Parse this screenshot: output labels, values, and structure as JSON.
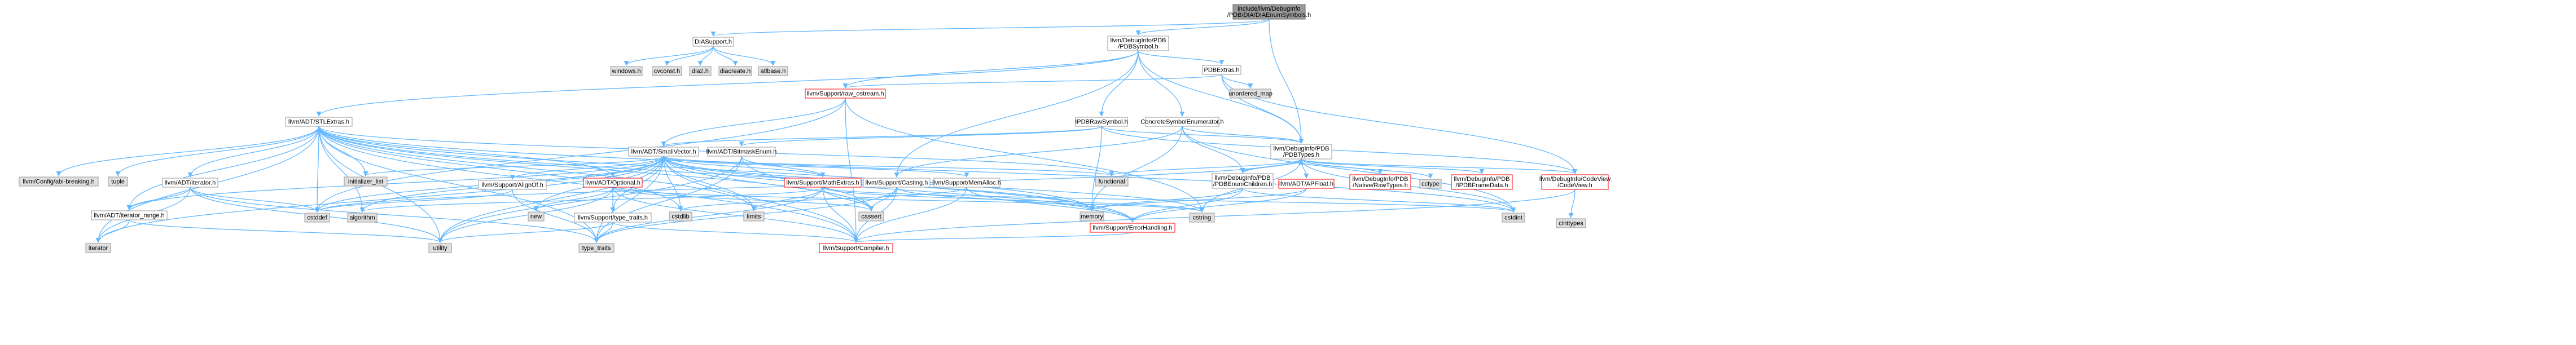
{
  "colors": {
    "edge": "#63b8ff",
    "node_fill": "#ffffff",
    "node_stroke": "#999999",
    "focus_fill": "#999999",
    "focus_stroke": "#666666",
    "external_fill": "#e0e0e0",
    "external_stroke": "#999999",
    "link_text": "#000000",
    "red_text": "#ff0000",
    "red_stroke": "#ff0000"
  },
  "nodes": [
    {
      "id": "root",
      "lines": [
        "include/llvm/DebugInfo",
        "/PDB/DIA/DIAEnumSymbols.h"
      ],
      "kind": "focus"
    },
    {
      "id": "diasupport",
      "lines": [
        "DIASupport.h"
      ],
      "kind": "normal"
    },
    {
      "id": "pdbsymbol",
      "lines": [
        "llvm/DebugInfo/PDB",
        "/PDBSymbol.h"
      ],
      "kind": "normal"
    },
    {
      "id": "windows_h",
      "lines": [
        "windows.h"
      ],
      "kind": "external"
    },
    {
      "id": "cvconst_h",
      "lines": [
        "cvconst.h"
      ],
      "kind": "external"
    },
    {
      "id": "dia2_h",
      "lines": [
        "dia2.h"
      ],
      "kind": "external"
    },
    {
      "id": "diacreate_h",
      "lines": [
        "diacreate.h"
      ],
      "kind": "external"
    },
    {
      "id": "atlbase_h",
      "lines": [
        "atlbase.h"
      ],
      "kind": "external"
    },
    {
      "id": "pdbextras",
      "lines": [
        "PDBExtras.h"
      ],
      "kind": "normal"
    },
    {
      "id": "unordered_map",
      "lines": [
        "unordered_map"
      ],
      "kind": "external"
    },
    {
      "id": "raw_ostream",
      "lines": [
        "llvm/Support/raw_ostream.h"
      ],
      "kind": "red"
    },
    {
      "id": "ipdbrawsymbol",
      "lines": [
        "IPDBRawSymbol.h"
      ],
      "kind": "normal"
    },
    {
      "id": "concretesymenum",
      "lines": [
        "ConcreteSymbolEnumerator.h"
      ],
      "kind": "normal"
    },
    {
      "id": "stlextras",
      "lines": [
        "llvm/ADT/STLExtras.h"
      ],
      "kind": "normal"
    },
    {
      "id": "smallvector",
      "lines": [
        "llvm/ADT/SmallVector.h"
      ],
      "kind": "normal"
    },
    {
      "id": "bitmaskenum",
      "lines": [
        "llvm/ADT/BitmaskEnum.h"
      ],
      "kind": "normal"
    },
    {
      "id": "pdbtypes",
      "lines": [
        "llvm/DebugInfo/PDB",
        "/PDBTypes.h"
      ],
      "kind": "normal"
    },
    {
      "id": "cfg_abi",
      "lines": [
        "llvm/Config/abi-breaking.h"
      ],
      "kind": "external"
    },
    {
      "id": "tuple",
      "lines": [
        "tuple"
      ],
      "kind": "external"
    },
    {
      "id": "adt_iterator",
      "lines": [
        "llvm/ADT/iterator.h"
      ],
      "kind": "normal"
    },
    {
      "id": "initializer_list",
      "lines": [
        "initializer_list"
      ],
      "kind": "external"
    },
    {
      "id": "alignof",
      "lines": [
        "llvm/Support/AlignOf.h"
      ],
      "kind": "normal"
    },
    {
      "id": "optional",
      "lines": [
        "llvm/ADT/Optional.h"
      ],
      "kind": "red"
    },
    {
      "id": "mathextras",
      "lines": [
        "llvm/Support/MathExtras.h"
      ],
      "kind": "red"
    },
    {
      "id": "casting",
      "lines": [
        "llvm/Support/Casting.h"
      ],
      "kind": "normal"
    },
    {
      "id": "memalloc",
      "lines": [
        "llvm/Support/MemAlloc.h"
      ],
      "kind": "normal"
    },
    {
      "id": "functional",
      "lines": [
        "functional"
      ],
      "kind": "external"
    },
    {
      "id": "pdbenumchildren",
      "lines": [
        "llvm/DebugInfo/PDB",
        "/PDBEnumChildren.h"
      ],
      "kind": "normal"
    },
    {
      "id": "apfloat",
      "lines": [
        "llvm/ADT/APFloat.h"
      ],
      "kind": "red"
    },
    {
      "id": "nativetypes",
      "lines": [
        "llvm/DebugInfo/PDB",
        "/Native/RawTypes.h"
      ],
      "kind": "red"
    },
    {
      "id": "cctype",
      "lines": [
        "cctype"
      ],
      "kind": "external"
    },
    {
      "id": "pdbframedata",
      "lines": [
        "llvm/DebugInfo/PDB",
        "/IPDBFrameData.h"
      ],
      "kind": "red"
    },
    {
      "id": "codeview",
      "lines": [
        "llvm/DebugInfo/CodeView",
        "/CodeView.h"
      ],
      "kind": "red"
    },
    {
      "id": "cinttypes",
      "lines": [
        "cinttypes"
      ],
      "kind": "external"
    },
    {
      "id": "iterator_range",
      "lines": [
        "llvm/ADT/iterator_range.h"
      ],
      "kind": "normal"
    },
    {
      "id": "cstddef",
      "lines": [
        "cstddef"
      ],
      "kind": "external"
    },
    {
      "id": "algorithm",
      "lines": [
        "algorithm"
      ],
      "kind": "external"
    },
    {
      "id": "new",
      "lines": [
        "new"
      ],
      "kind": "external"
    },
    {
      "id": "type_traits_h",
      "lines": [
        "llvm/Support/type_traits.h"
      ],
      "kind": "normal"
    },
    {
      "id": "cstdlib",
      "lines": [
        "cstdlib"
      ],
      "kind": "external"
    },
    {
      "id": "limits",
      "lines": [
        "limits"
      ],
      "kind": "external"
    },
    {
      "id": "cassert",
      "lines": [
        "cassert"
      ],
      "kind": "external"
    },
    {
      "id": "memory",
      "lines": [
        "memory"
      ],
      "kind": "external"
    },
    {
      "id": "errorhandling",
      "lines": [
        "llvm/Support/ErrorHandling.h"
      ],
      "kind": "red"
    },
    {
      "id": "cstring",
      "lines": [
        "cstring"
      ],
      "kind": "external"
    },
    {
      "id": "cstdint",
      "lines": [
        "cstdint"
      ],
      "kind": "external"
    },
    {
      "id": "iterator",
      "lines": [
        "iterator"
      ],
      "kind": "external"
    },
    {
      "id": "utility",
      "lines": [
        "utility"
      ],
      "kind": "external"
    },
    {
      "id": "type_traits",
      "lines": [
        "type_traits"
      ],
      "kind": "external"
    },
    {
      "id": "compiler",
      "lines": [
        "llvm/Support/Compiler.h"
      ],
      "kind": "red"
    }
  ],
  "edges": [
    [
      "root",
      "diasupport"
    ],
    [
      "root",
      "pdbsymbol"
    ],
    [
      "root",
      "pdbtypes"
    ],
    [
      "diasupport",
      "windows_h"
    ],
    [
      "diasupport",
      "cvconst_h"
    ],
    [
      "diasupport",
      "dia2_h"
    ],
    [
      "diasupport",
      "diacreate_h"
    ],
    [
      "diasupport",
      "atlbase_h"
    ],
    [
      "pdbsymbol",
      "pdbextras"
    ],
    [
      "pdbsymbol",
      "raw_ostream"
    ],
    [
      "pdbsymbol",
      "ipdbrawsymbol"
    ],
    [
      "pdbsymbol",
      "concretesymenum"
    ],
    [
      "pdbsymbol",
      "pdbtypes"
    ],
    [
      "pdbsymbol",
      "stlextras"
    ],
    [
      "pdbsymbol",
      "casting"
    ],
    [
      "pdbextras",
      "unordered_map"
    ],
    [
      "pdbextras",
      "pdbtypes"
    ],
    [
      "pdbextras",
      "raw_ostream"
    ],
    [
      "pdbextras",
      "codeview"
    ],
    [
      "raw_ostream",
      "stringref"
    ],
    [
      "raw_ostream",
      "compiler"
    ],
    [
      "raw_ostream",
      "cstddef"
    ],
    [
      "raw_ostream",
      "cstring"
    ],
    [
      "raw_ostream",
      "smallvector"
    ],
    [
      "ipdbrawsymbol",
      "pdbtypes"
    ],
    [
      "ipdbrawsymbol",
      "bitmaskenum"
    ],
    [
      "ipdbrawsymbol",
      "smallvector"
    ],
    [
      "ipdbrawsymbol",
      "memory"
    ],
    [
      "ipdbrawsymbol",
      "codeview"
    ],
    [
      "concretesymenum",
      "pdbenumchildren"
    ],
    [
      "concretesymenum",
      "pdbtypes"
    ],
    [
      "concretesymenum",
      "casting"
    ],
    [
      "concretesymenum",
      "cstdint"
    ],
    [
      "concretesymenum",
      "memory"
    ],
    [
      "stlextras",
      "cfg_abi"
    ],
    [
      "stlextras",
      "tuple"
    ],
    [
      "stlextras",
      "adt_iterator"
    ],
    [
      "stlextras",
      "iterator_range"
    ],
    [
      "stlextras",
      "initializer_list"
    ],
    [
      "stlextras",
      "cstddef"
    ],
    [
      "stlextras",
      "algorithm"
    ],
    [
      "stlextras",
      "functional"
    ],
    [
      "stlextras",
      "iterator"
    ],
    [
      "stlextras",
      "utility"
    ],
    [
      "stlextras",
      "type_traits"
    ],
    [
      "stlextras",
      "limits"
    ],
    [
      "stlextras",
      "cassert"
    ],
    [
      "stlextras",
      "memory"
    ],
    [
      "stlextras",
      "cstdint"
    ],
    [
      "stlextras",
      "cstdlib"
    ],
    [
      "stlextras",
      "optional"
    ],
    [
      "stlextras",
      "errorhandling"
    ],
    [
      "stlextras",
      "compiler"
    ],
    [
      "smallvector",
      "alignof"
    ],
    [
      "smallvector",
      "mathextras"
    ],
    [
      "smallvector",
      "memalloc"
    ],
    [
      "smallvector",
      "compiler"
    ],
    [
      "smallvector",
      "type_traits_h"
    ],
    [
      "smallvector",
      "algorithm"
    ],
    [
      "smallvector",
      "cassert"
    ],
    [
      "smallvector",
      "cstddef"
    ],
    [
      "smallvector",
      "cstdlib"
    ],
    [
      "smallvector",
      "cstring"
    ],
    [
      "smallvector",
      "functional"
    ],
    [
      "smallvector",
      "initializer_list"
    ],
    [
      "smallvector",
      "iterator"
    ],
    [
      "smallvector",
      "limits"
    ],
    [
      "smallvector",
      "memory"
    ],
    [
      "smallvector",
      "new"
    ],
    [
      "smallvector",
      "utility"
    ],
    [
      "smallvector",
      "type_traits"
    ],
    [
      "smallvector",
      "errorhandling"
    ],
    [
      "smallvector",
      "iterator_range"
    ],
    [
      "bitmaskenum",
      "mathextras"
    ],
    [
      "bitmaskenum",
      "cassert"
    ],
    [
      "bitmaskenum",
      "type_traits"
    ],
    [
      "bitmaskenum",
      "utility"
    ],
    [
      "pdbtypes",
      "pdbenumchildren"
    ],
    [
      "pdbtypes",
      "apfloat"
    ],
    [
      "pdbtypes",
      "nativetypes"
    ],
    [
      "pdbtypes",
      "pdbframedata"
    ],
    [
      "pdbtypes",
      "codeview"
    ],
    [
      "pdbtypes",
      "cctype"
    ],
    [
      "pdbtypes",
      "cstddef"
    ],
    [
      "pdbtypes",
      "cstdint"
    ],
    [
      "pdbtypes",
      "cstring"
    ],
    [
      "pdbtypes",
      "functional"
    ],
    [
      "adt_iterator",
      "iterator_range"
    ],
    [
      "adt_iterator",
      "cstddef"
    ],
    [
      "adt_iterator",
      "iterator"
    ],
    [
      "adt_iterator",
      "type_traits"
    ],
    [
      "adt_iterator",
      "utility"
    ],
    [
      "alignof",
      "cstddef"
    ],
    [
      "alignof",
      "type_traits"
    ],
    [
      "optional",
      "new"
    ],
    [
      "optional",
      "cassert"
    ],
    [
      "optional",
      "type_traits_h"
    ],
    [
      "optional",
      "utility"
    ],
    [
      "optional",
      "compiler"
    ],
    [
      "optional",
      "cstring"
    ],
    [
      "mathextras",
      "compiler"
    ],
    [
      "mathextras",
      "cassert"
    ],
    [
      "mathextras",
      "algorithm"
    ],
    [
      "mathextras",
      "cmath"
    ],
    [
      "mathextras",
      "cstdint"
    ],
    [
      "mathextras",
      "cstring"
    ],
    [
      "mathextras",
      "limits"
    ],
    [
      "mathextras",
      "type_traits"
    ],
    [
      "casting",
      "compiler"
    ],
    [
      "casting",
      "type_traits"
    ],
    [
      "casting",
      "cassert"
    ],
    [
      "casting",
      "memory"
    ],
    [
      "memalloc",
      "compiler"
    ],
    [
      "memalloc",
      "errorhandling"
    ],
    [
      "memalloc",
      "cstdlib"
    ],
    [
      "pdbenumchildren",
      "pdbtypes"
    ],
    [
      "pdbenumchildren",
      "errorhandling"
    ],
    [
      "pdbenumchildren",
      "cstdint"
    ],
    [
      "pdbenumchildren",
      "memory"
    ],
    [
      "apfloat",
      "errorhandling"
    ],
    [
      "apfloat",
      "memory"
    ],
    [
      "codeview",
      "compiler"
    ],
    [
      "codeview",
      "cinttypes"
    ],
    [
      "iterator_range",
      "iterator"
    ],
    [
      "iterator_range",
      "utility"
    ],
    [
      "type_traits_h",
      "compiler"
    ],
    [
      "type_traits_h",
      "type_traits"
    ],
    [
      "type_traits_h",
      "utility"
    ],
    [
      "errorhandling",
      "compiler"
    ]
  ]
}
